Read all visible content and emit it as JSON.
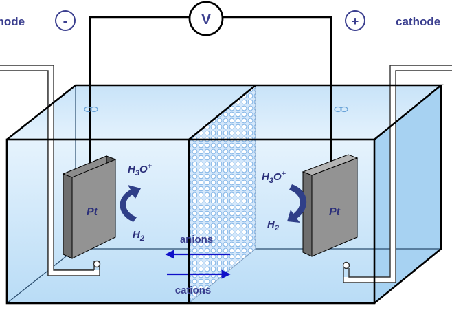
{
  "labels": {
    "anode": "anode",
    "cathode": "cathode",
    "minus": "-",
    "plus": "+",
    "voltmeter": "V",
    "electrode_left": "Pt",
    "electrode_right": "Pt",
    "h3o_left": "H3O+",
    "h2_left": "H2",
    "h3o_right": "H3O+",
    "h2_right": "H2",
    "anions": "anions",
    "cations": "cations"
  },
  "colors": {
    "water_fill": "#d6ecfb",
    "tank_edge": "#000000",
    "electrode": "#8c8c8c",
    "electrode_dark": "#5a5a5a",
    "arrow_curved": "#2f3f88",
    "arrow_ion": "#1010c8",
    "membrane": "#bcd6f2",
    "text": "#3b3f8f"
  }
}
